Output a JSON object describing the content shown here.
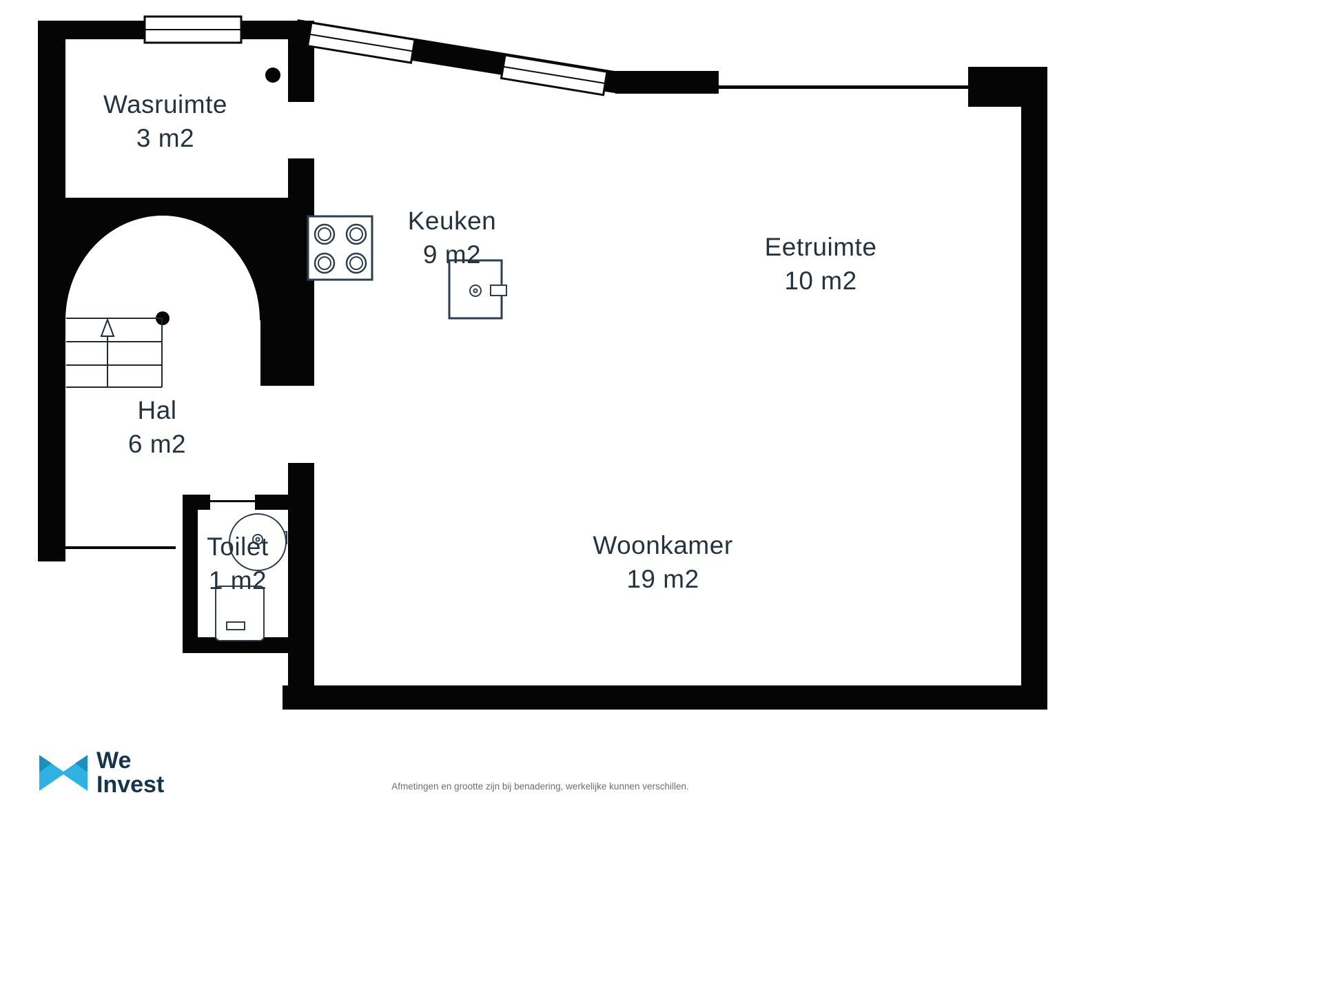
{
  "rooms": [
    {
      "name": "Wasruimte",
      "area": "3 m2"
    },
    {
      "name": "Keuken",
      "area": "9 m2"
    },
    {
      "name": "Eetruimte",
      "area": "10 m2"
    },
    {
      "name": "Hal",
      "area": "6 m2"
    },
    {
      "name": "Toilet",
      "area": "1 m2"
    },
    {
      "name": "Woonkamer",
      "area": "19 m2"
    }
  ],
  "logo": {
    "line1": "We",
    "line2": "Invest"
  },
  "footer": {
    "disclaimer": "Afmetingen en grootte zijn bij benadering, werkelijke kunnen verschillen."
  },
  "colors": {
    "wall": "#050505",
    "text": "#25333f",
    "fixture_stroke": "#2c3e4e",
    "logo_teal": "#2fb1e2",
    "logo_text": "#16344a",
    "floor": "#ffffff"
  }
}
